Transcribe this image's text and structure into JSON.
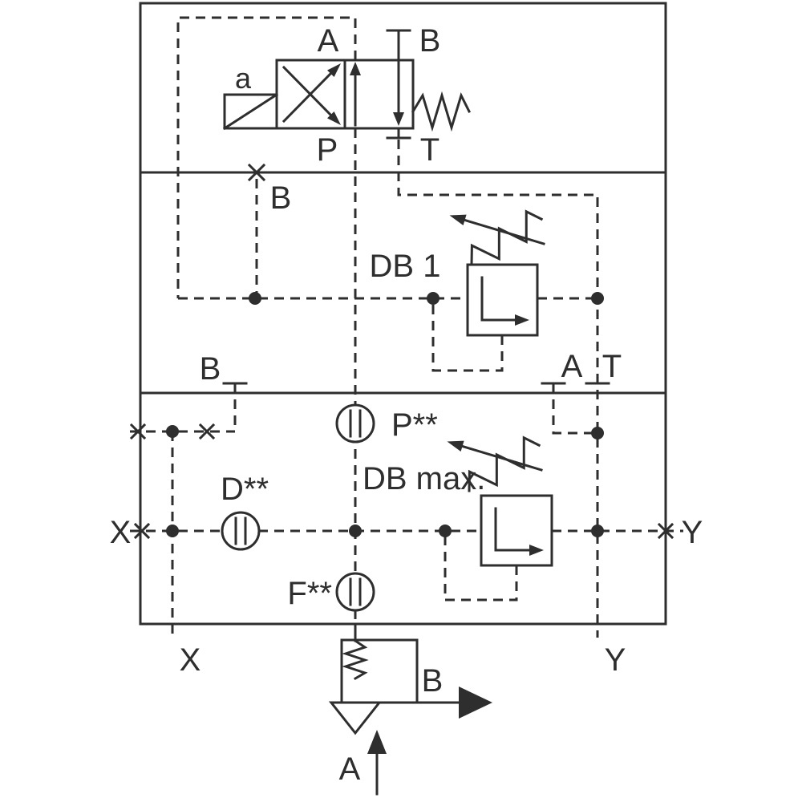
{
  "diagram": {
    "type": "hydraulic-circuit-schematic",
    "colors": {
      "line": "#2e2e2e",
      "background": "#ffffff"
    },
    "valve": {
      "solenoid_label": "a",
      "port_a": "A",
      "port_b": "B",
      "port_p": "P",
      "port_t": "T"
    },
    "pilot": {
      "plug_b": "B",
      "relief_valve_1": "DB 1",
      "port_b": "B",
      "port_a": "A",
      "port_t": "T"
    },
    "main": {
      "test_point_p": "P**",
      "test_point_d": "D**",
      "test_point_f": "F**",
      "relief_valve_max": "DB max.",
      "port_x_left": "X",
      "port_y_right": "Y",
      "port_x_bottom": "X",
      "port_y_bottom": "Y"
    },
    "check_valve": {
      "port_b": "B",
      "port_a": "A"
    }
  }
}
